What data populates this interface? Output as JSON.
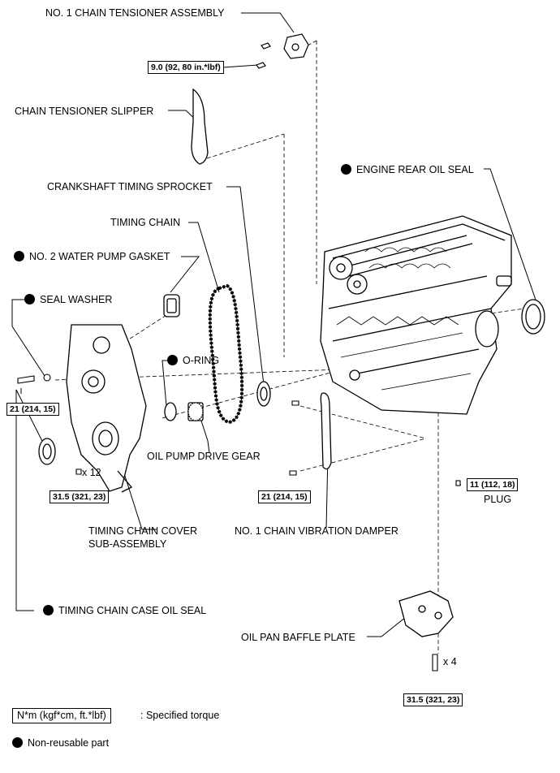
{
  "labels": {
    "tensioner_assembly": "NO. 1 CHAIN TENSIONER ASSEMBLY",
    "tensioner_slipper": "CHAIN TENSIONER SLIPPER",
    "engine_rear_oil_seal": "ENGINE REAR OIL SEAL",
    "crankshaft_sprocket": "CRANKSHAFT TIMING SPROCKET",
    "timing_chain": "TIMING CHAIN",
    "water_pump_gasket": "NO. 2 WATER PUMP GASKET",
    "seal_washer": "SEAL WASHER",
    "o_ring": "O-RING",
    "oil_pump_drive_gear": "OIL PUMP DRIVE GEAR",
    "cover_line1": "TIMING CHAIN COVER",
    "cover_line2": "SUB-ASSEMBLY",
    "vibration_damper": "NO. 1 CHAIN VIBRATION DAMPER",
    "plug": "PLUG",
    "case_oil_seal": "TIMING CHAIN CASE OIL SEAL",
    "baffle_plate": "OIL PAN BAFFLE PLATE",
    "qty_12": "x 12",
    "qty_4": "x 4"
  },
  "torques": {
    "tensioner": "9.0 (92, 80 in.*lbf)",
    "cover_bolt": "21 (214, 15)",
    "cover_main": "31.5 (321, 23)",
    "damper": "21 (214, 15)",
    "plug": "11 (112, 18)",
    "baffle": "31.5 (321, 23)"
  },
  "legend": {
    "torque_box": "N*m (kgf*cm, ft.*lbf)",
    "torque_text": ": Specified torque",
    "nonreusable_text": "Non-reusable part"
  },
  "icons": {
    "nonreusable": "filled-circle-icon"
  }
}
